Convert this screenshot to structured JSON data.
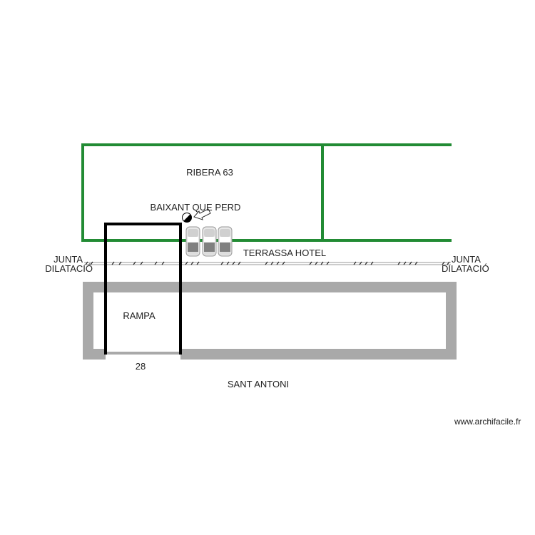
{
  "plan": {
    "colors": {
      "green": "#228b34",
      "black": "#000000",
      "gray_wall": "#a9a9a9",
      "joint": "#555555"
    },
    "labels": {
      "ribera": "RIBERA 63",
      "baixant": "BAIXANT QUE PERD",
      "terrassa": "TERRASSA HOTEL",
      "junta_left_1": "JUNTA",
      "junta_left_2": "DILATACIÓ",
      "junta_right_1": "JUNTA",
      "junta_right_2": "DILATACIÓ",
      "rampa": "RAMPA",
      "dimension": "28",
      "sant_antoni": "SANT ANTONI",
      "watermark": "www.archifacile.fr"
    },
    "symbols": {
      "cars": [
        "car-1",
        "car-2",
        "car-3"
      ],
      "downpipe": "downpipe-symbol",
      "pointer": "arrow-pointer"
    }
  }
}
